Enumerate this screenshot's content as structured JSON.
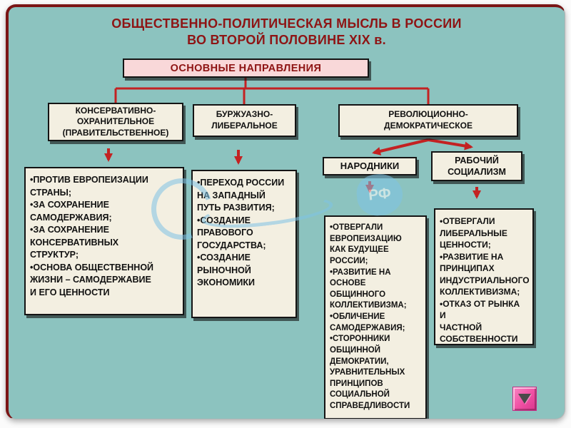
{
  "colors": {
    "background": "#8cc3bf",
    "box-fill": "#f3efe1",
    "root-fill": "#f9d8d9",
    "title-text": "#8e1414",
    "arrow": "#c32222",
    "nav-button": "#ef4fa3",
    "watermark": "#7fc3e6"
  },
  "title": {
    "line1": "ОБЩЕСТВЕННО-ПОЛИТИЧЕСКАЯ МЫСЛЬ В РОССИИ",
    "line2": "ВО ВТОРОЙ ПОЛОВИНЕ XIX в."
  },
  "root": {
    "label": "ОСНОВНЫЕ НАПРАВЛЕНИЯ"
  },
  "branches": {
    "conservative": {
      "label": "КОНСЕРВАТИВНО-\nОХРАНИТЕЛЬНОЕ\n(ПРАВИТЕЛЬСТВЕННОЕ)",
      "details": "•ПРОТИВ ЕВРОПЕИЗАЦИИ\nСТРАНЫ;\n•ЗА СОХРАНЕНИЕ\nСАМОДЕРЖАВИЯ;\n•ЗА СОХРАНЕНИЕ\nКОНСЕРВАТИВНЫХ\nСТРУКТУР;\n•ОСНОВА ОБЩЕСТВЕННОЙ\nЖИЗНИ – САМОДЕРЖАВИЕ\nИ ЕГО ЦЕННОСТИ"
    },
    "liberal": {
      "label": "БУРЖУАЗНО-\nЛИБЕРАЛЬНОЕ",
      "details": "•ПЕРЕХОД РОССИИ\nНА ЗАПАДНЫЙ\nПУТЬ РАЗВИТИЯ;\n•СОЗДАНИЕ\nПРАВОВОГО\nГОСУДАРСТВА;\n•СОЗДАНИЕ\nРЫНОЧНОЙ\nЭКОНОМИКИ"
    },
    "revolutionary": {
      "label": "РЕВОЛЮЦИОННО-\nДЕМОКРАТИЧЕСКОЕ",
      "children": {
        "narodniki": {
          "label": "НАРОДНИКИ",
          "details": "•ОТВЕРГАЛИ\nЕВРОПЕИЗАЦИЮ\nКАК БУДУЩЕЕ\nРОССИИ;\n•РАЗВИТИЕ НА\nОСНОВЕ\nОБЩИННОГО\nКОЛЛЕКТИВИЗМА;\n•ОБЛИЧЕНИЕ\nСАМОДЕРЖАВИЯ;\n•СТОРОННИКИ\nОБЩИННОЙ\nДЕМОКРАТИИ,\nУРАВНИТЕЛЬНЫХ\nПРИНЦИПОВ\nСОЦИАЛЬНОЙ\nСПРАВЕДЛИВОСТИ"
        },
        "worker_socialism": {
          "label": "РАБОЧИЙ\nСОЦИАЛИЗМ",
          "details": "•ОТВЕРГАЛИ\nЛИБЕРАЛЬНЫЕ\nЦЕННОСТИ;\n•РАЗВИТИЕ НА\nПРИНЦИПАХ\nИНДУСТРИАЛЬНОГО\nКОЛЛЕКТИВИЗМА;\n•ОТКАЗ ОТ РЫНКА И\nЧАСТНОЙ\nСОБСТВЕННОСТИ"
        }
      }
    }
  },
  "watermark": {
    "text": "РФ"
  }
}
